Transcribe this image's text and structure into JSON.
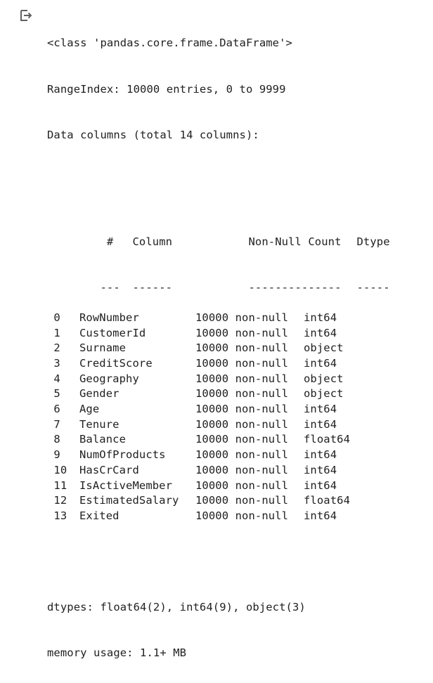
{
  "output": {
    "icon": "output-redirect-icon",
    "class_line": "<class 'pandas.core.frame.DataFrame'>",
    "range_line": "RangeIndex: 10000 entries, 0 to 9999",
    "data_columns_line": "Data columns (total 14 columns):",
    "table": {
      "headers": [
        " #",
        "Column",
        "Non-Null Count",
        "Dtype"
      ],
      "separators": [
        "---",
        "------",
        "--------------",
        "-----"
      ],
      "rows": [
        [
          " 0",
          "RowNumber",
          "10000 non-null",
          "int64"
        ],
        [
          " 1",
          "CustomerId",
          "10000 non-null",
          "int64"
        ],
        [
          " 2",
          "Surname",
          "10000 non-null",
          "object"
        ],
        [
          " 3",
          "CreditScore",
          "10000 non-null",
          "int64"
        ],
        [
          " 4",
          "Geography",
          "10000 non-null",
          "object"
        ],
        [
          " 5",
          "Gender",
          "10000 non-null",
          "object"
        ],
        [
          " 6",
          "Age",
          "10000 non-null",
          "int64"
        ],
        [
          " 7",
          "Tenure",
          "10000 non-null",
          "int64"
        ],
        [
          " 8",
          "Balance",
          "10000 non-null",
          "float64"
        ],
        [
          " 9",
          "NumOfProducts",
          "10000 non-null",
          "int64"
        ],
        [
          " 10",
          "HasCrCard",
          "10000 non-null",
          "int64"
        ],
        [
          " 11",
          "IsActiveMember",
          "10000 non-null",
          "int64"
        ],
        [
          " 12",
          "EstimatedSalary",
          "10000 non-null",
          "float64"
        ],
        [
          " 13",
          "Exited",
          "10000 non-null",
          "int64"
        ]
      ]
    },
    "dtypes_line": "dtypes: float64(2), int64(9), object(3)",
    "memory_line": "memory usage: 1.1+ MB"
  }
}
